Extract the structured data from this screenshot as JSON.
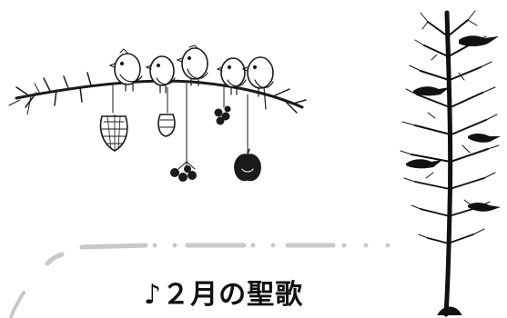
{
  "heading": {
    "text": "♪２月の聖歌"
  },
  "colors": {
    "ink": "#1a1a1a",
    "dash": "#c8c8c8",
    "background": "#ffffff"
  },
  "illustrations": [
    {
      "name": "birds-on-branch-illustration"
    },
    {
      "name": "bare-tree-with-crows-illustration"
    }
  ]
}
